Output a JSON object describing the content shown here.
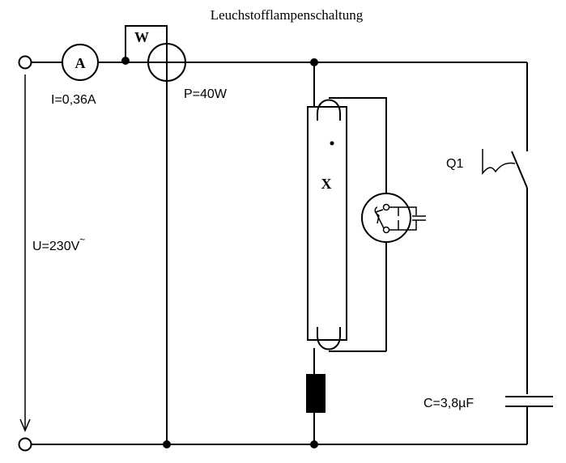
{
  "diagram": {
    "title": "Leuchstofflampenschaltung",
    "ammeter": {
      "symbol": "A",
      "reading": "I=0,36A"
    },
    "wattmeter": {
      "symbol": "W",
      "reading": "P=40W"
    },
    "voltage_label": "U=230V",
    "voltage_ac_mark": "~",
    "lamp_symbol": "X",
    "switch_label": "Q1",
    "capacitor_label": "C=3,8µF"
  }
}
